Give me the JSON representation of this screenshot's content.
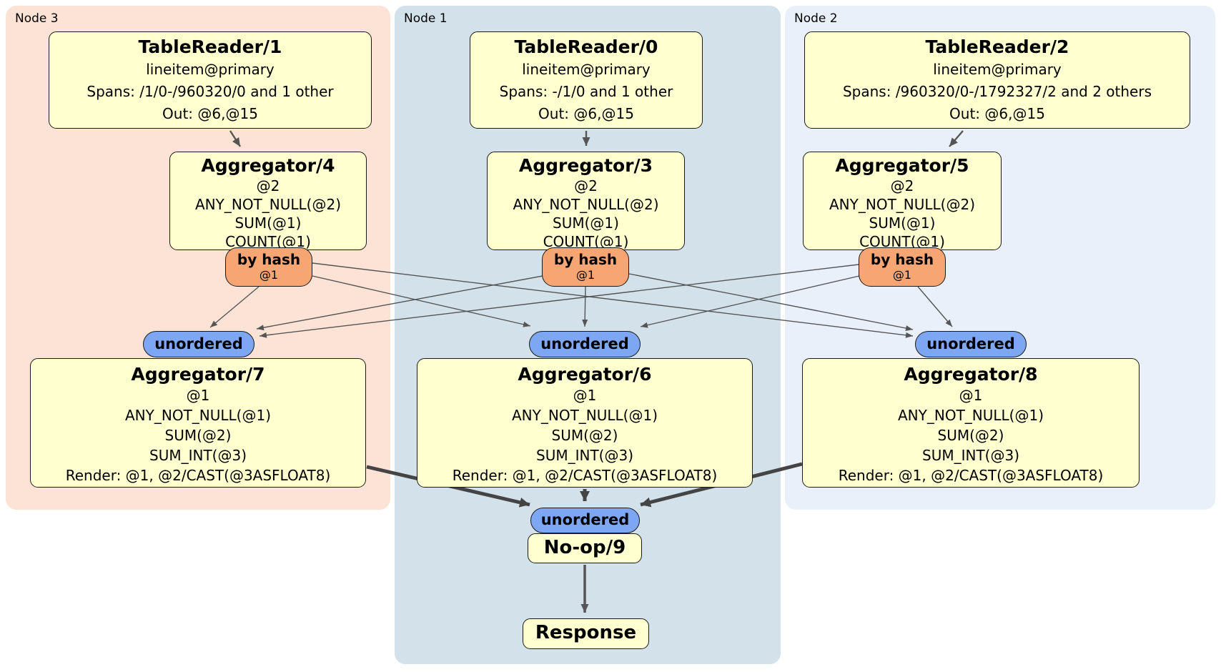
{
  "colors": {
    "node3_bg": "#fce3d5",
    "node1_bg": "#d2e1ea",
    "node2_bg": "#e9f0fa",
    "box_bg": "#ffffcf",
    "box_border": "#1a1a1a",
    "router_bg": "#f6a573",
    "sync_bg": "#7da7f2",
    "edge": "#555555",
    "edge_thick": "#444444"
  },
  "nodes": [
    {
      "id": "node3",
      "label": "Node 3"
    },
    {
      "id": "node1",
      "label": "Node 1"
    },
    {
      "id": "node2",
      "label": "Node 2"
    }
  ],
  "router": {
    "label": "by hash",
    "detail": "@1"
  },
  "sync": {
    "label": "unordered"
  },
  "processors": {
    "tr1": {
      "title": "TableReader/1",
      "lines": [
        "lineitem@primary",
        "Spans: /1/0-/960320/0 and 1 other",
        "Out: @6,@15"
      ]
    },
    "tr0": {
      "title": "TableReader/0",
      "lines": [
        "lineitem@primary",
        "Spans: -/1/0 and 1 other",
        "Out: @6,@15"
      ]
    },
    "tr2": {
      "title": "TableReader/2",
      "lines": [
        "lineitem@primary",
        "Spans: /960320/0-/1792327/2 and 2 others",
        "Out: @6,@15"
      ]
    },
    "agg4": {
      "title": "Aggregator/4",
      "lines": [
        "@2",
        "ANY_NOT_NULL(@2)",
        "SUM(@1)",
        "COUNT(@1)"
      ]
    },
    "agg3": {
      "title": "Aggregator/3",
      "lines": [
        "@2",
        "ANY_NOT_NULL(@2)",
        "SUM(@1)",
        "COUNT(@1)"
      ]
    },
    "agg5": {
      "title": "Aggregator/5",
      "lines": [
        "@2",
        "ANY_NOT_NULL(@2)",
        "SUM(@1)",
        "COUNT(@1)"
      ]
    },
    "agg7": {
      "title": "Aggregator/7",
      "lines": [
        "@1",
        "ANY_NOT_NULL(@1)",
        "SUM(@2)",
        "SUM_INT(@3)",
        "Render: @1, @2/CAST(@3ASFLOAT8)"
      ]
    },
    "agg6": {
      "title": "Aggregator/6",
      "lines": [
        "@1",
        "ANY_NOT_NULL(@1)",
        "SUM(@2)",
        "SUM_INT(@3)",
        "Render: @1, @2/CAST(@3ASFLOAT8)"
      ]
    },
    "agg8": {
      "title": "Aggregator/8",
      "lines": [
        "@1",
        "ANY_NOT_NULL(@1)",
        "SUM(@2)",
        "SUM_INT(@3)",
        "Render: @1, @2/CAST(@3ASFLOAT8)"
      ]
    },
    "noop": {
      "title": "No-op/9"
    },
    "response": {
      "title": "Response"
    }
  }
}
